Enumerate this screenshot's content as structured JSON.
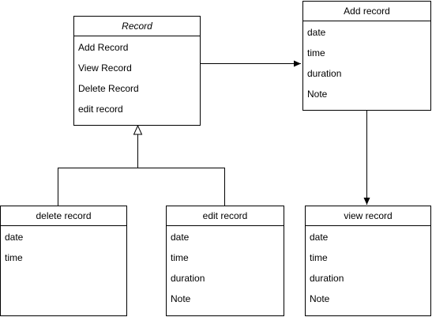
{
  "diagram": {
    "classes": [
      {
        "id": "record",
        "title": "Record",
        "abstract": true,
        "members": [
          "Add Record",
          "View Record",
          "Delete Record",
          "edit record"
        ]
      },
      {
        "id": "add-record",
        "title": "Add record",
        "abstract": false,
        "members": [
          "date",
          "time",
          "duration",
          "Note"
        ]
      },
      {
        "id": "delete-record",
        "title": "delete record",
        "abstract": false,
        "members": [
          "date",
          "time"
        ]
      },
      {
        "id": "edit-record",
        "title": "edit record",
        "abstract": false,
        "members": [
          "date",
          "time",
          "duration",
          "Note"
        ]
      },
      {
        "id": "view-record",
        "title": "view record",
        "abstract": false,
        "members": [
          "date",
          "time",
          "duration",
          "Note"
        ]
      }
    ],
    "relations": [
      {
        "from": "delete-record",
        "to": "record",
        "type": "generalization"
      },
      {
        "from": "edit-record",
        "to": "record",
        "type": "generalization"
      },
      {
        "from": "record",
        "to": "add-record",
        "type": "association"
      },
      {
        "from": "add-record",
        "to": "view-record",
        "type": "association"
      }
    ]
  }
}
